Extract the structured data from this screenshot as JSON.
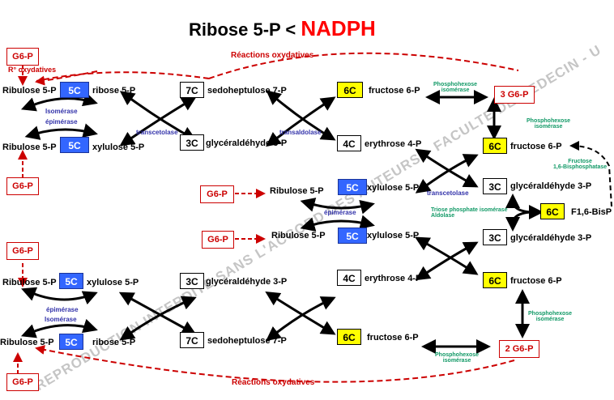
{
  "title": {
    "prefix": "Ribose 5-P < ",
    "highlight": "NADPH"
  },
  "watermark": "REPRODUCTION INTERDITE SANS L'ACCORD DES AUTEURS – FACULTE DE MEDECIN - U",
  "oxidative_labels": {
    "top": "Réactions oxydatives",
    "bottom": "Réactions oxydatives",
    "short": "R° oxydatives"
  },
  "g6p": {
    "label": "G6-P",
    "three": "3 G6-P",
    "two": "2 G6-P"
  },
  "carbons": {
    "c3": "3C",
    "c4": "4C",
    "c5": "5C",
    "c6": "6C",
    "c7": "7C"
  },
  "molecules": {
    "ribulose5p": "Ribulose 5-P",
    "ribose5p": "ribose 5-P",
    "xylulose5p": "xylulose 5-P",
    "sedoheptulose7p": "sedoheptulose 7-P",
    "gap": "glycéraldéhyde 3-P",
    "erythrose4p": "erythrose 4-P",
    "fructose6p": "fructose 6-P",
    "f16bisp": "F1,6-BisP"
  },
  "enzymes": {
    "isomerase": "Isomérase",
    "epimerase": "épimérase",
    "transcetolase": "transcetolase",
    "transaldolase": "transaldolase",
    "phi_1": "Phosphohexose",
    "phi_2": "isomérase",
    "fbpase_1": "Fructose",
    "fbpase_2": "1,6-Bisphosphatase",
    "tpi": "Triose phosphate isomérase",
    "aldolase": "Aldolase"
  },
  "colors": {
    "red": "#ff0000",
    "dark_red": "#cc0000",
    "blue_box": "#3366ff",
    "yellow_box": "#ffff00",
    "enzyme_blue": "#3333aa",
    "enzyme_green": "#119966"
  }
}
